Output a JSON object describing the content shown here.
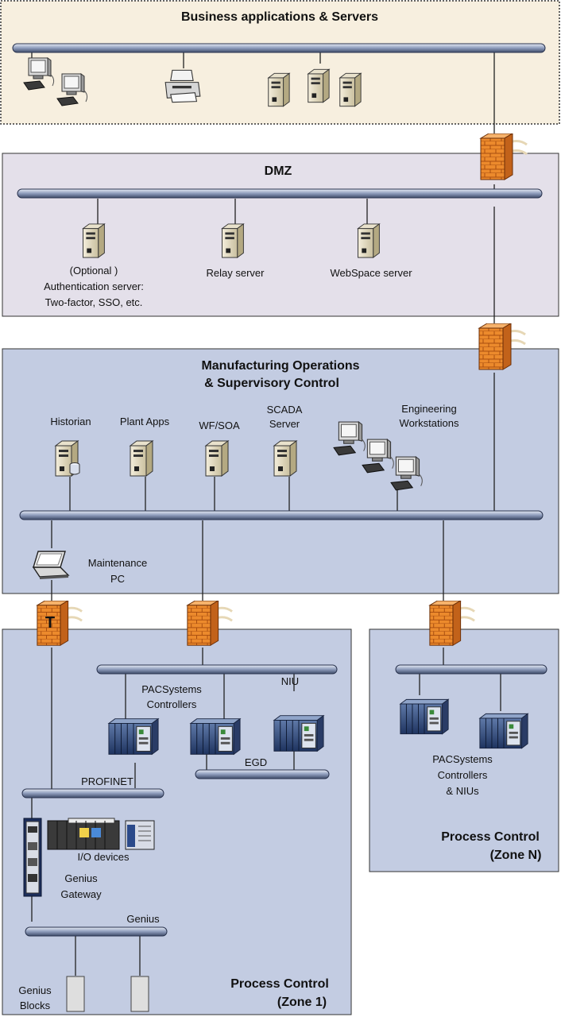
{
  "zones": {
    "business": {
      "title": "Business applications  & Servers"
    },
    "dmz": {
      "title": "DMZ",
      "auth_label": [
        "(Optional )",
        "Authentication server:",
        "Two-factor, SSO, etc."
      ],
      "relay_label": "Relay server",
      "webspace_label": "WebSpace server"
    },
    "mfg": {
      "title": [
        "Manufacturing Operations",
        "& Supervisory Control"
      ],
      "historian": "Historian",
      "plant_apps": "Plant Apps",
      "wf_soa": "WF/SOA",
      "scada": [
        "SCADA",
        "Server"
      ],
      "eng_ws": [
        "Engineering",
        "Workstations"
      ],
      "maintenance": [
        "Maintenance",
        "PC"
      ]
    },
    "pc1": {
      "title": [
        "Process Control",
        "(Zone 1)"
      ],
      "pac": [
        "PACSystems",
        "Controllers"
      ],
      "niu": "NIU",
      "profinet": "PROFINET",
      "egd": "EGD",
      "io": "I/O devices",
      "genius_gateway": [
        "Genius",
        "Gateway"
      ],
      "genius": "Genius",
      "genius_blocks": [
        "Genius",
        "Blocks"
      ]
    },
    "pcn": {
      "title": [
        "Process Control",
        "(Zone N)"
      ],
      "pac": [
        "PACSystems",
        "Controllers",
        "& NIUs"
      ]
    }
  },
  "colors": {
    "business_fill": "#f7efdf",
    "zone_fill": "#c3cce2",
    "dmz_fill": "#e4e0ea",
    "bus": "#9aa7c4",
    "firewall": "#e8892f"
  },
  "icons": [
    "computer-icon",
    "printer-icon",
    "server-icon",
    "firewall-icon",
    "laptop-icon",
    "plc-rack-icon",
    "io-module-icon",
    "genius-block-icon",
    "gateway-icon",
    "database-icon"
  ]
}
